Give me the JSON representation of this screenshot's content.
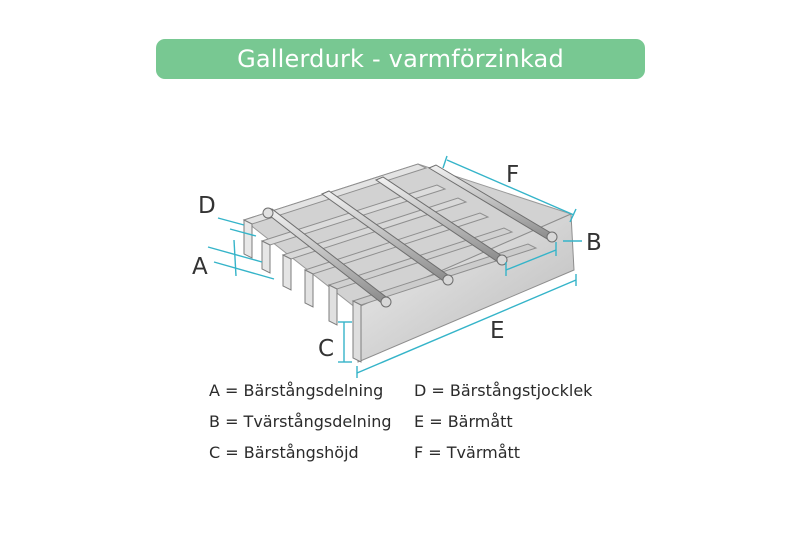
{
  "title": "Gallerdurk - varmförzinkad",
  "colors": {
    "banner": "#78c892",
    "dimension_line": "#35b4c9",
    "bar_top": "#c9c9c9",
    "bar_front": "#e2e2e2",
    "bar_shadow": "#8d8d8d"
  },
  "dimension_labels": {
    "a": "A",
    "b": "B",
    "c": "C",
    "d": "D",
    "e": "E",
    "f": "F"
  },
  "legend": [
    {
      "text": "A = Bärstångsdelning"
    },
    {
      "text": "D = Bärstångstjocklek"
    },
    {
      "text": "B = Tvärstångsdelning"
    },
    {
      "text": "E = Bärmått"
    },
    {
      "text": "C = Bärstångshöjd"
    },
    {
      "text": "F = Tvärmått"
    }
  ]
}
